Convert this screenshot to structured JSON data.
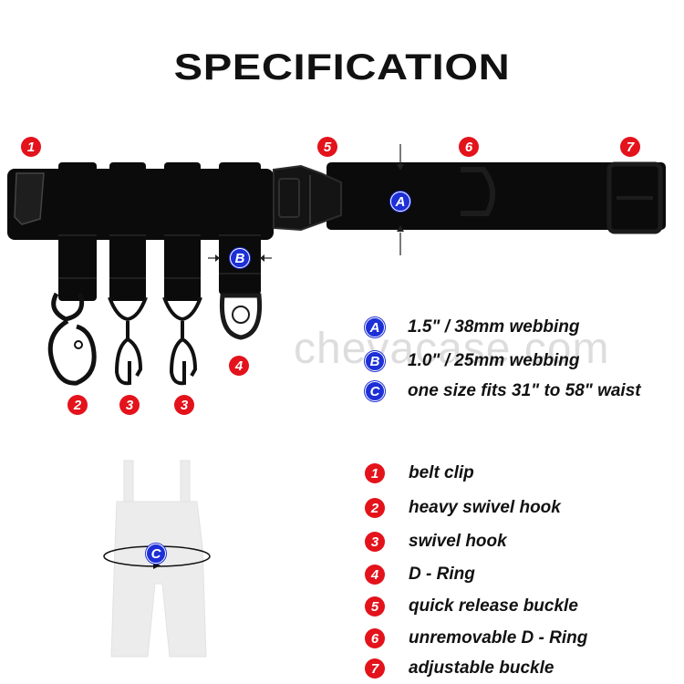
{
  "header": {
    "title": "SPECIFICATION"
  },
  "watermark": "chevacase.com",
  "markers": {
    "n1": "1",
    "n2": "2",
    "n3a": "3",
    "n3b": "3",
    "n4": "4",
    "n5": "5",
    "n6": "6",
    "n7": "7",
    "a": "A",
    "b": "B",
    "c": "C"
  },
  "specs": [
    {
      "badge": "A",
      "text": "1.5\" / 38mm webbing"
    },
    {
      "badge": "B",
      "text": "1.0\" / 25mm webbing"
    },
    {
      "badge": "C",
      "text": "one size fits 31\" to 58\" waist"
    }
  ],
  "legend": [
    {
      "badge": "1",
      "text": "belt clip"
    },
    {
      "badge": "2",
      "text": "heavy swivel hook"
    },
    {
      "badge": "3",
      "text": "swivel hook"
    },
    {
      "badge": "4",
      "text": "D - Ring"
    },
    {
      "badge": "5",
      "text": "quick release buckle"
    },
    {
      "badge": "6",
      "text": "unremovable D - Ring"
    },
    {
      "badge": "7",
      "text": "adjustable buckle"
    }
  ],
  "colors": {
    "red": "#e3121b",
    "blue": "#1d2fd6",
    "belt": "#0b0b0b"
  }
}
